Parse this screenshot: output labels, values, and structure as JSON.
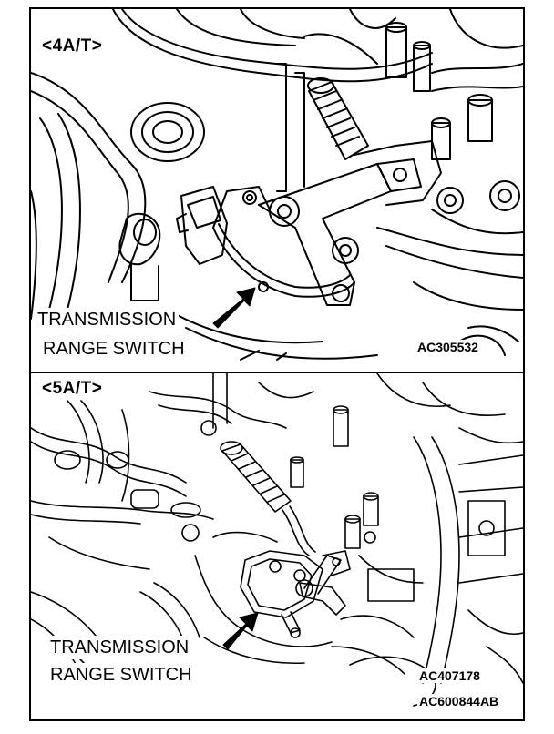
{
  "top": {
    "variant": "<4A/T>",
    "callout_line1": "TRANSMISSION",
    "callout_line2": "RANGE SWITCH",
    "figure_code": "AC305532"
  },
  "bottom": {
    "variant": "<5A/T>",
    "callout_line1": "TRANSMISSION",
    "callout_line2": "RANGE SWITCH",
    "figure_code": "AC407178"
  },
  "document_code": "AC600844AB",
  "colors": {
    "line": "#000000",
    "background": "#ffffff"
  }
}
